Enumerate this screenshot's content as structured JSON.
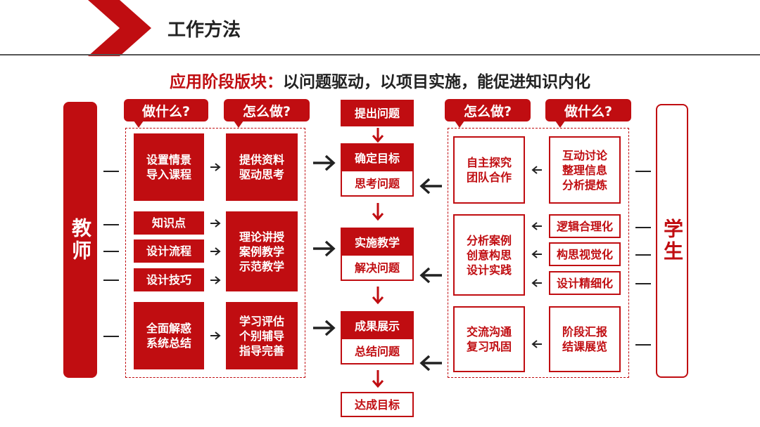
{
  "header": {
    "title": "工作方法",
    "subtitle": {
      "highlight": "应用阶段版块：",
      "rest": "以问题驱动，以项目实施，能促进知识内化"
    }
  },
  "left_side": {
    "teacher_label": "教师",
    "callout_what": "做什么?",
    "callout_how": "怎么做?",
    "rows": [
      {
        "what": "设置情景\n导入课程",
        "how": "提供资料\n驱动思考"
      },
      {
        "what_items": [
          "知识点",
          "设计流程",
          "设计技巧"
        ],
        "how": "理论讲授\n案例教学\n示范教学"
      },
      {
        "what": "全面解惑\n系统总结",
        "how": "学习评估\n个别辅导\n指导完善"
      }
    ]
  },
  "center_flow": {
    "start": "提出问题",
    "steps": [
      {
        "title": "确定目标",
        "sub": "思考问题"
      },
      {
        "title": "实施教学",
        "sub": "解决问题"
      },
      {
        "title": "成果展示",
        "sub": "总结问题"
      }
    ],
    "end": "达成目标"
  },
  "right_side": {
    "student_label": "学生",
    "callout_how": "怎么做?",
    "callout_what": "做什么?",
    "rows": [
      {
        "how": "自主探究\n团队合作",
        "what": "互动讨论\n整理信息\n分析提炼"
      },
      {
        "how": "分析案例\n创意构思\n设计实践",
        "what_items": [
          "逻辑合理化",
          "构思视觉化",
          "设计精细化"
        ]
      },
      {
        "how": "交流沟通\n复习巩固",
        "what": "阶段汇报\n结课展览"
      }
    ]
  },
  "colors": {
    "brand_red": "#c00d11",
    "dark": "#222222"
  }
}
